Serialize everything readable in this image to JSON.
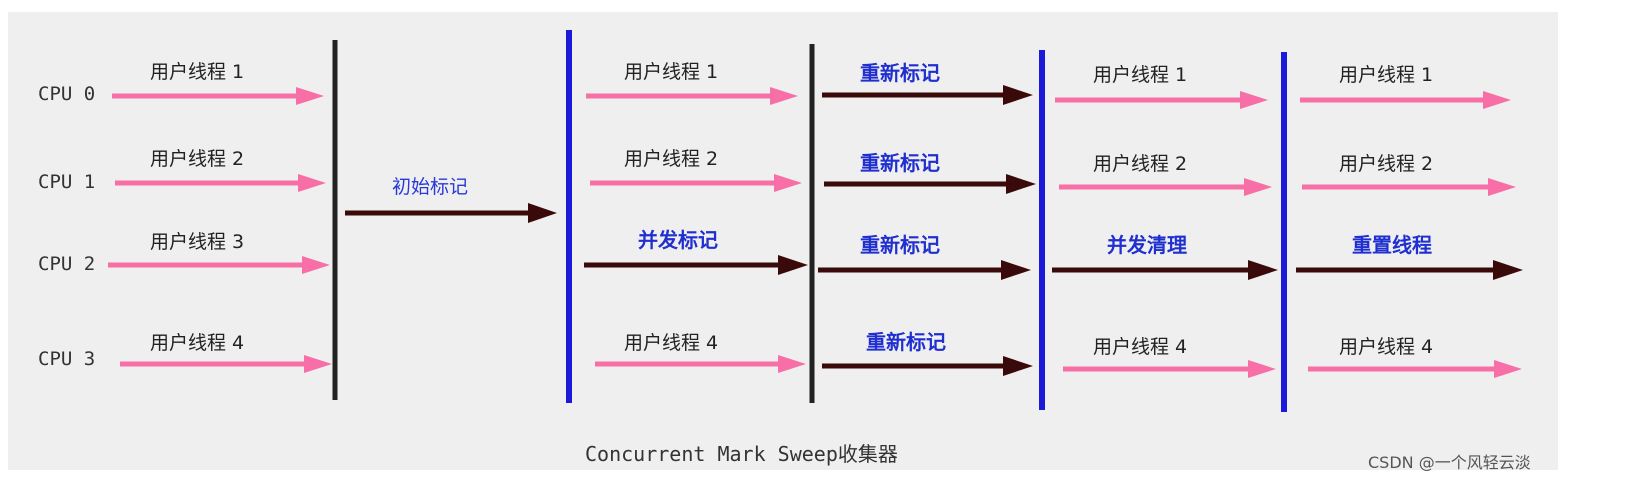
{
  "colors": {
    "background": "#efefef",
    "user_arrow": "#f76fa6",
    "gc_arrow": "#3a0a0a",
    "barrier_black": "#222222",
    "barrier_blue": "#1a1ad8",
    "phase_text": "#1f2fd0"
  },
  "cpus": [
    "CPU 0",
    "CPU 1",
    "CPU 2",
    "CPU 3"
  ],
  "stages": {
    "stage1": {
      "threads": [
        "用户线程 1",
        "用户线程 2",
        "用户线程 3",
        "用户线程 4"
      ]
    },
    "stage2": {
      "phase": "初始标记"
    },
    "stage3": {
      "threads": [
        "用户线程 1",
        "用户线程 2",
        "并发标记",
        "用户线程 4"
      ]
    },
    "stage4": {
      "threads": [
        "重新标记",
        "重新标记",
        "重新标记",
        "重新标记"
      ]
    },
    "stage5": {
      "threads": [
        "用户线程 1",
        "用户线程 2",
        "并发清理",
        "用户线程 4"
      ]
    },
    "stage6": {
      "threads": [
        "用户线程 1",
        "用户线程 2",
        "重置线程",
        "用户线程 4"
      ]
    }
  },
  "caption": "Concurrent Mark Sweep收集器",
  "watermark": "CSDN @一个风轻云淡"
}
